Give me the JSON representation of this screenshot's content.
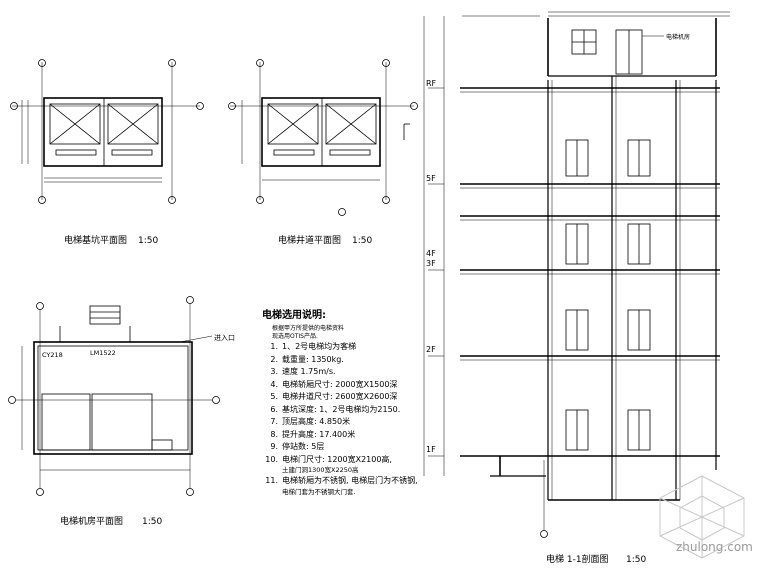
{
  "drawings": {
    "pit_plan": {
      "title": "电梯基坑平面图",
      "scale": "1:50"
    },
    "shaft_plan": {
      "title": "电梯井道平面图",
      "scale": "1:50"
    },
    "machine_room_plan": {
      "title": "电梯机房平面图",
      "scale": "1:50",
      "window_tag": "CY218",
      "door_tag": "LM1522",
      "entry_label": "进入口"
    },
    "section": {
      "title": "电梯 1-1剖面图",
      "scale": "1:50",
      "machine_room_label": "电梯机房",
      "floors": [
        "RF",
        "5F",
        "4F",
        "3F",
        "2F",
        "1F"
      ]
    }
  },
  "notes": {
    "heading": "电梯选用说明:",
    "intro_lines": [
      "根据甲方所提供的电梯资料",
      "现选用OTIS产品."
    ],
    "items": [
      {
        "n": "1.",
        "text": "1、2号电梯均为客梯"
      },
      {
        "n": "2.",
        "text": "载重量: 1350kg."
      },
      {
        "n": "3.",
        "text": "速度 1.75m/s."
      },
      {
        "n": "4.",
        "text": "电梯轿厢尺寸: 2000宽X1500深"
      },
      {
        "n": "5.",
        "text": "电梯井道尺寸: 2600宽X2600深"
      },
      {
        "n": "6.",
        "text": "基坑深度: 1、2号电梯均为2150."
      },
      {
        "n": "7.",
        "text": "顶层高度: 4.850米"
      },
      {
        "n": "8.",
        "text": "提升高度: 17.400米"
      },
      {
        "n": "9.",
        "text": "停站数: 5层"
      },
      {
        "n": "10.",
        "text": "电梯门尺寸: 1200宽X2100高,"
      },
      {
        "n": "",
        "text": "土建门洞1300宽X2250高"
      },
      {
        "n": "11.",
        "text": "电梯轿厢为不锈钢, 电梯层门为不锈钢,"
      },
      {
        "n": "",
        "text": "电梯门套为不锈钢大门套."
      }
    ]
  },
  "watermark": {
    "text": "zhulong.com"
  }
}
